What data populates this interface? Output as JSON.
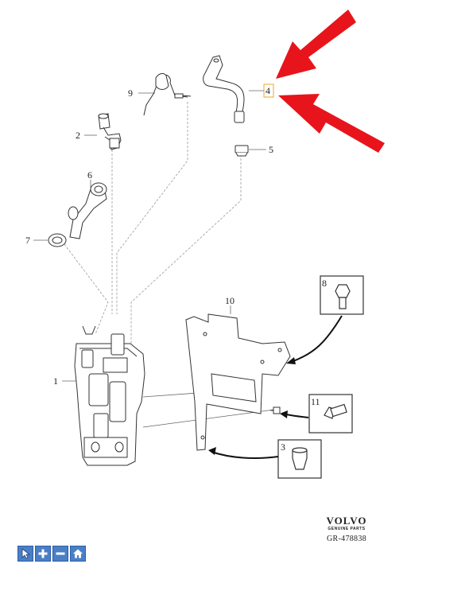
{
  "diagram": {
    "callouts": [
      {
        "id": "c1",
        "label": "1"
      },
      {
        "id": "c2",
        "label": "2"
      },
      {
        "id": "c3",
        "label": "3"
      },
      {
        "id": "c4",
        "label": "4"
      },
      {
        "id": "c5",
        "label": "5"
      },
      {
        "id": "c6",
        "label": "6"
      },
      {
        "id": "c7",
        "label": "7"
      },
      {
        "id": "c8",
        "label": "8"
      },
      {
        "id": "c9",
        "label": "9"
      },
      {
        "id": "c10",
        "label": "10"
      },
      {
        "id": "c11",
        "label": "11"
      }
    ],
    "highlight_color": "#e8a530",
    "arrow_color": "#e8141c"
  },
  "brand": {
    "logo": "VOLVO",
    "subtitle": "GENUINE PARTS",
    "code": "GR-478838"
  },
  "toolbar": {
    "buttons": [
      {
        "icon": "cursor-icon"
      },
      {
        "icon": "zoom-in-icon"
      },
      {
        "icon": "zoom-out-icon"
      },
      {
        "icon": "home-icon"
      }
    ]
  }
}
